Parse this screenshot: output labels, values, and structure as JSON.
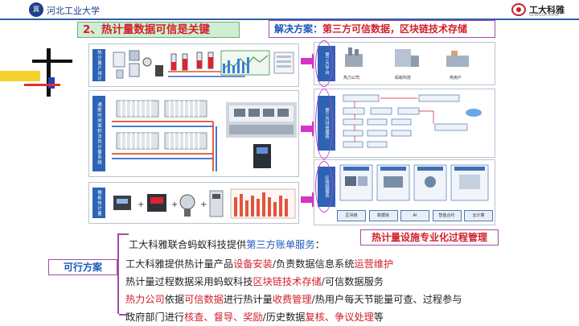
{
  "header": {
    "university": "河北工业大学",
    "university_logo": "冀",
    "brand": "工大科雅",
    "brand_sub": "GONGDA KEYA"
  },
  "heading": "2、热计量数据可信是关键",
  "solution": {
    "label": "解决方案：",
    "value": "第三方可信数据，区块链技术存储"
  },
  "panels": {
    "p1": {
      "sidebar": "热计量户用计量系统"
    },
    "p2": {
      "sidebar": "通断时间面积法热计量系统"
    },
    "p3": {
      "sidebar": "楼栋热计量系统"
    },
    "r1": {
      "sidebar": "第三方平台",
      "items": [
        "热力公司",
        "蚂蚁科技",
        "热用户"
      ]
    },
    "r2": {
      "sidebar": "第三方可信服务"
    },
    "r3": {
      "sidebar": "区块链服务",
      "items": [
        "区块链",
        "数据库",
        "AI",
        "智能合约",
        "云计算"
      ]
    }
  },
  "callout": "热计量设施专业化过程管理",
  "feasible": "可行方案",
  "lines": [
    [
      {
        "t": "工大科雅联合蚂蚁科技提供"
      },
      {
        "t": "第三方账单服务",
        "c": "#1b58b8"
      },
      {
        "t": "："
      }
    ],
    [
      {
        "t": "工大科雅提供热计量产品"
      },
      {
        "t": "设备安装",
        "c": "#d1202a"
      },
      {
        "t": "/负责数据信息系统"
      },
      {
        "t": "运营维护",
        "c": "#d1202a"
      }
    ],
    [
      {
        "t": "热计量过程数据采用蚂蚁科技"
      },
      {
        "t": "区块链技术存储",
        "c": "#d1202a"
      },
      {
        "t": "/可信数据服务"
      }
    ],
    [
      {
        "t": "热力公司",
        "c": "#d1202a"
      },
      {
        "t": "依据"
      },
      {
        "t": "可信数据",
        "c": "#d1202a"
      },
      {
        "t": "进行热计量"
      },
      {
        "t": "收费管理",
        "c": "#d1202a"
      },
      {
        "t": "/热用户每天节能量可查、过程参与"
      }
    ],
    [
      {
        "t": "政府部门进行"
      },
      {
        "t": "核查、督导、奖励",
        "c": "#d1202a"
      },
      {
        "t": "/历史数据"
      },
      {
        "t": "复核、争议处理",
        "c": "#d1202a"
      },
      {
        "t": "等"
      }
    ]
  ]
}
